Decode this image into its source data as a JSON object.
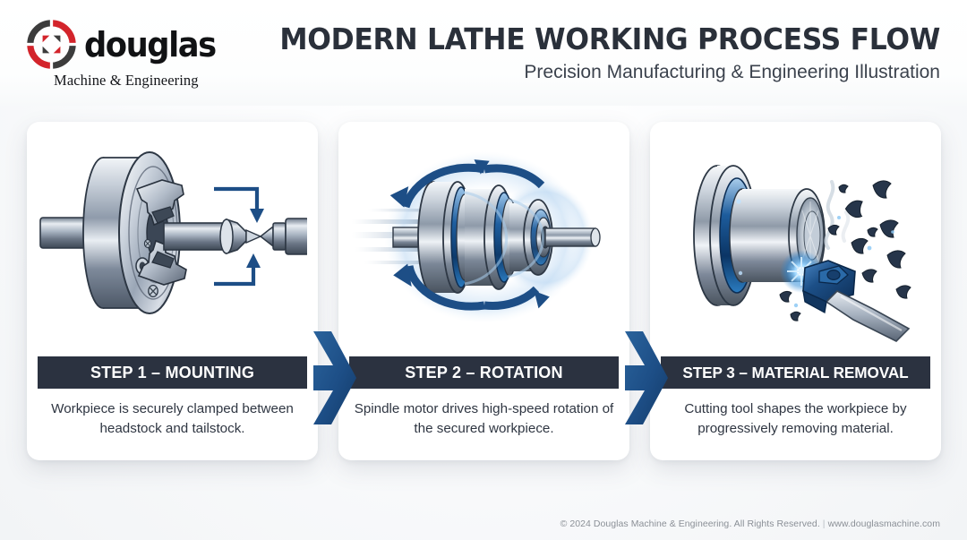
{
  "brand": {
    "logo_icon": "douglas-circular-target-logo",
    "wordmark": "douglas",
    "tagline": "Machine & Engineering",
    "accent_red": "#d3242b",
    "accent_dark": "#3c3c3c"
  },
  "header": {
    "title": "MODERN LATHE WORKING PROCESS FLOW",
    "subtitle": "Precision Manufacturing & Engineering Illustration"
  },
  "theme": {
    "band_dark": "#2b3240",
    "chevron_blue": "#1d4e86",
    "chevron_blue_dark": "#14365e",
    "page_bg": "#f2f4f6",
    "card_bg": "#ffffff",
    "body_text": "#2f3642",
    "footer_text": "#8b9097"
  },
  "steps": [
    {
      "id": "step-1",
      "band": "STEP 1 – MOUNTING",
      "description": "Workpiece is securely clamped between headstock and tailstock.",
      "art_name": "three-jaw-chuck-mounting-illustration"
    },
    {
      "id": "step-2",
      "band": "STEP 2 – ROTATION",
      "description": "Spindle motor drives high-speed rotation of the secured workpiece.",
      "art_name": "rotating-spindle-illustration"
    },
    {
      "id": "step-3",
      "band": "STEP 3 – MATERIAL REMOVAL",
      "description": "Cutting tool shapes the workpiece by progressively removing material.",
      "art_name": "cutting-tool-chip-removal-illustration"
    }
  ],
  "connectors": [
    {
      "id": "connector-1",
      "icon": "chevron-right-icon"
    },
    {
      "id": "connector-2",
      "icon": "chevron-right-icon"
    }
  ],
  "footer": {
    "copyright": "© 2024 Douglas Machine & Engineering. All Rights Reserved.",
    "separator": "|",
    "website": "www.douglasmachine.com"
  }
}
